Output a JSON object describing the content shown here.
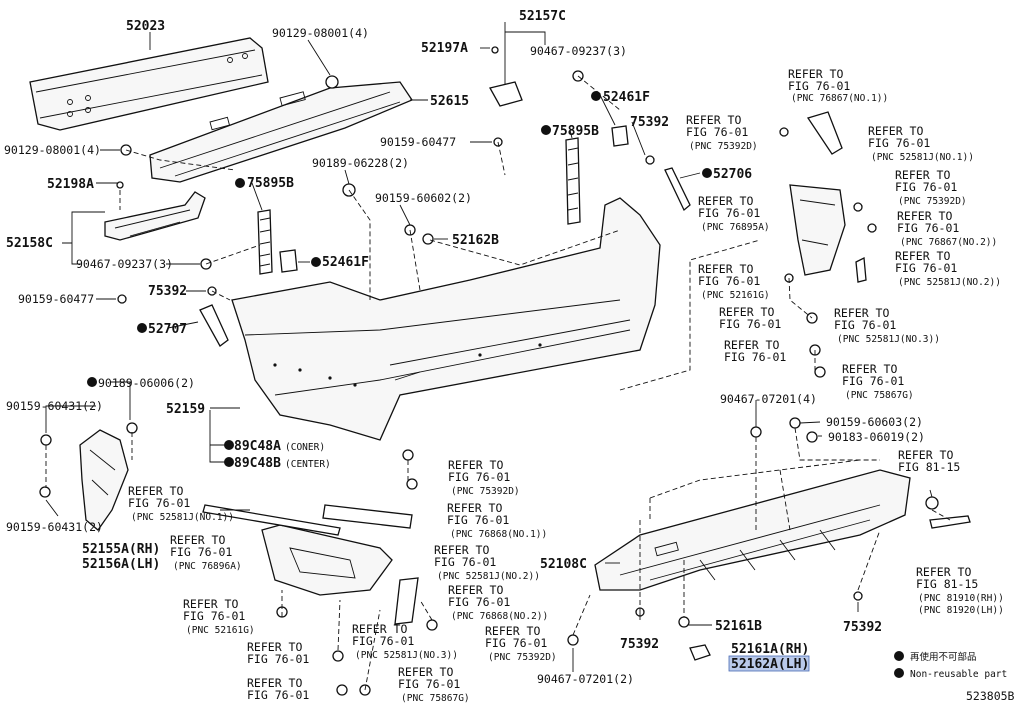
{
  "part_numbers": {
    "p52023": "52023",
    "p90129_top": "90129-08001(4)",
    "p90129_left": "90129-08001(4)",
    "p52615": "52615",
    "p52198A": "52198A",
    "p52158C": "52158C",
    "p90467_left": "90467-09237(3)",
    "p90159_60477_left": "90159-60477",
    "p75392_left": "75392",
    "p52707": "52707",
    "p75895B_left": "75895B",
    "p52461F_left": "52461F",
    "p52157C": "52157C",
    "p52197A": "52197A",
    "p90467_top": "90467-09237(3)",
    "p90159_60477_mid": "90159-60477",
    "p90189_06228": "90189-06228(2)",
    "p90159_60602": "90159-60602(2)",
    "p52162B": "52162B",
    "p52461F_right": "52461F",
    "p75895B_right": "75895B",
    "p75392_top": "75392",
    "p52706": "52706",
    "p90189_06006": "90189-06006(2)",
    "p90159_60431_a": "90159-60431(2)",
    "p90159_60431_b": "90159-60431(2)",
    "p52159": "52159",
    "p89C48A": "89C48A",
    "p89C48A_note": "(CONER)",
    "p89C48B": "89C48B",
    "p89C48B_note": "(CENTER)",
    "p52155A": "52155A(RH)",
    "p52156A": "52156A(LH)",
    "p90467_07201_4": "90467-07201(4)",
    "p90159_60603": "90159-60603(2)",
    "p90183_06019": "90183-06019(2)",
    "p52108C": "52108C",
    "p75392_bottom": "75392",
    "p52161B": "52161B",
    "p52161A": "52161A(RH)",
    "p52162A": "52162A(LH)",
    "p90467_07201_2": "90467-07201(2)",
    "p75392_right": "75392"
  },
  "refer_to": "REFER TO",
  "refs": {
    "r1_fig": "FIG 76-01",
    "r1_pnc": "(PNC 76867(NO.1))",
    "r2_fig": "FIG 76-01",
    "r2_pnc": "(PNC 75392D)",
    "r3_fig": "FIG 76-01",
    "r3_pnc": "(PNC 52581J(NO.1))",
    "r4_fig": "FIG 76-01",
    "r4_pnc": "(PNC 75392D)",
    "r5_fig": "FIG 76-01",
    "r5_pnc": "(PNC 76895A)",
    "r6_fig": "FIG 76-01",
    "r6_pnc": "(PNC 76867(NO.2))",
    "r7_fig": "FIG 76-01",
    "r7_pnc": "(PNC 52581J(NO.2))",
    "r8_fig": "FIG 76-01",
    "r8_pnc": "(PNC 52161G)",
    "r9_fig": "FIG 76-01",
    "r10_fig": "FIG 76-01",
    "r10_pnc": "(PNC 52581J(NO.3))",
    "r11_fig": "FIG 76-01",
    "r12_fig": "FIG 76-01",
    "r12_pnc": "(PNC 75867G)",
    "r13_fig": "FIG 76-01",
    "r13_pnc": "(PNC 75392D)",
    "r14_fig": "FIG 81-15",
    "r15_fig": "FIG 76-01",
    "r15_pnc": "(PNC 52581J(NO.1))",
    "r16_fig": "FIG 76-01",
    "r16_pnc": "(PNC 76868(NO.1))",
    "r17_fig": "FIG 76-01",
    "r17_pnc": "(PNC 76896A)",
    "r18_fig": "FIG 76-01",
    "r18_pnc": "(PNC 52581J(NO.2))",
    "r19_fig": "FIG 76-01",
    "r19_pnc": "(PNC 76868(NO.2))",
    "r20_fig": "FIG 76-01",
    "r20_pnc": "(PNC 75392D)",
    "r21_fig": "FIG 76-01",
    "r21_pnc": "(PNC 52161G)",
    "r22_fig": "FIG 76-01",
    "r22_pnc": "(PNC 52581J(NO.3))",
    "r23_fig": "FIG 76-01",
    "r24_fig": "FIG 76-01",
    "r24_pnc": "(PNC 75867G)",
    "r25_fig": "FIG 76-01",
    "r26_fig": "FIG 81-15",
    "r26_pnc1": "(PNC 81910(RH))",
    "r26_pnc2": "(PNC 81920(LH))"
  },
  "legend": {
    "japanese": "再使用不可部品",
    "english": "Non-reusable part"
  },
  "diagram_id": "523805B",
  "colors": {
    "ink": "#111111",
    "highlight": "#b9c9ea"
  }
}
